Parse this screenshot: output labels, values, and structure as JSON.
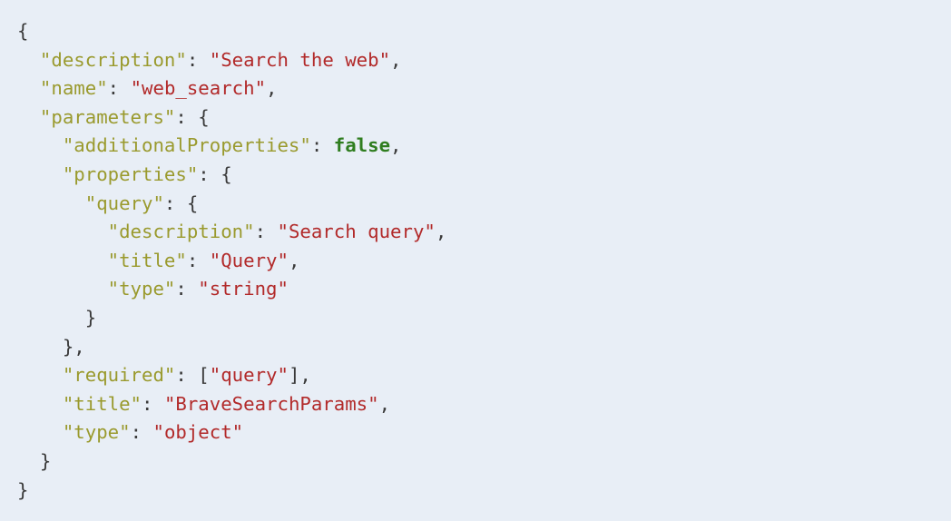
{
  "json": {
    "description": {
      "key": "\"description\"",
      "value": "\"Search the web\""
    },
    "name": {
      "key": "\"name\"",
      "value": "\"web_search\""
    },
    "parameters": {
      "key": "\"parameters\"",
      "additionalProperties": {
        "key": "\"additionalProperties\"",
        "value": "false"
      },
      "properties": {
        "key": "\"properties\"",
        "query": {
          "key": "\"query\"",
          "description": {
            "key": "\"description\"",
            "value": "\"Search query\""
          },
          "title": {
            "key": "\"title\"",
            "value": "\"Query\""
          },
          "type": {
            "key": "\"type\"",
            "value": "\"string\""
          }
        }
      },
      "required": {
        "key": "\"required\"",
        "item": "\"query\""
      },
      "title": {
        "key": "\"title\"",
        "value": "\"BraveSearchParams\""
      },
      "type": {
        "key": "\"type\"",
        "value": "\"object\""
      }
    }
  },
  "colors": {
    "background": "#e8eef6",
    "key": "#9a9a2e",
    "string": "#b22a2a",
    "boolean": "#2f7d1f",
    "punctuation": "#3a3a3a"
  }
}
